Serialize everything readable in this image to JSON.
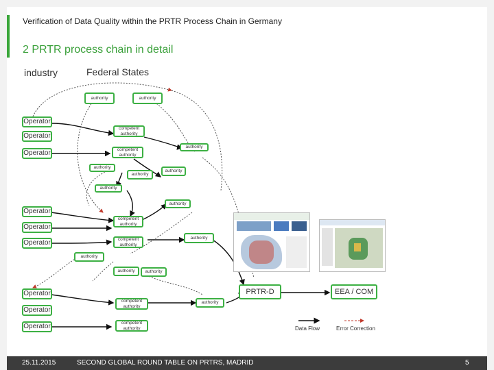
{
  "header": {
    "title": "Verification of Data Quality within the PRTR Process Chain in Germany",
    "section": "2 PRTR process chain in detail"
  },
  "diagram": {
    "col_industry": "industry",
    "col_federal": "Federal States",
    "operators": [
      "Operator",
      "Operator",
      "Operator",
      "Operator",
      "Operator",
      "Operator",
      "Operator",
      "Operator",
      "Operator"
    ],
    "authority": "authority",
    "competent_authority": "competent authority",
    "prtr_de": "PRTR-D",
    "eea_com": "EEA / COM",
    "legend_data_flow": "Data Flow",
    "legend_correction": "Error Correction"
  },
  "footer": {
    "date": "25.11.2015",
    "event": "SECOND GLOBAL ROUND TABLE ON PRTRS, MADRID",
    "page": "5"
  }
}
